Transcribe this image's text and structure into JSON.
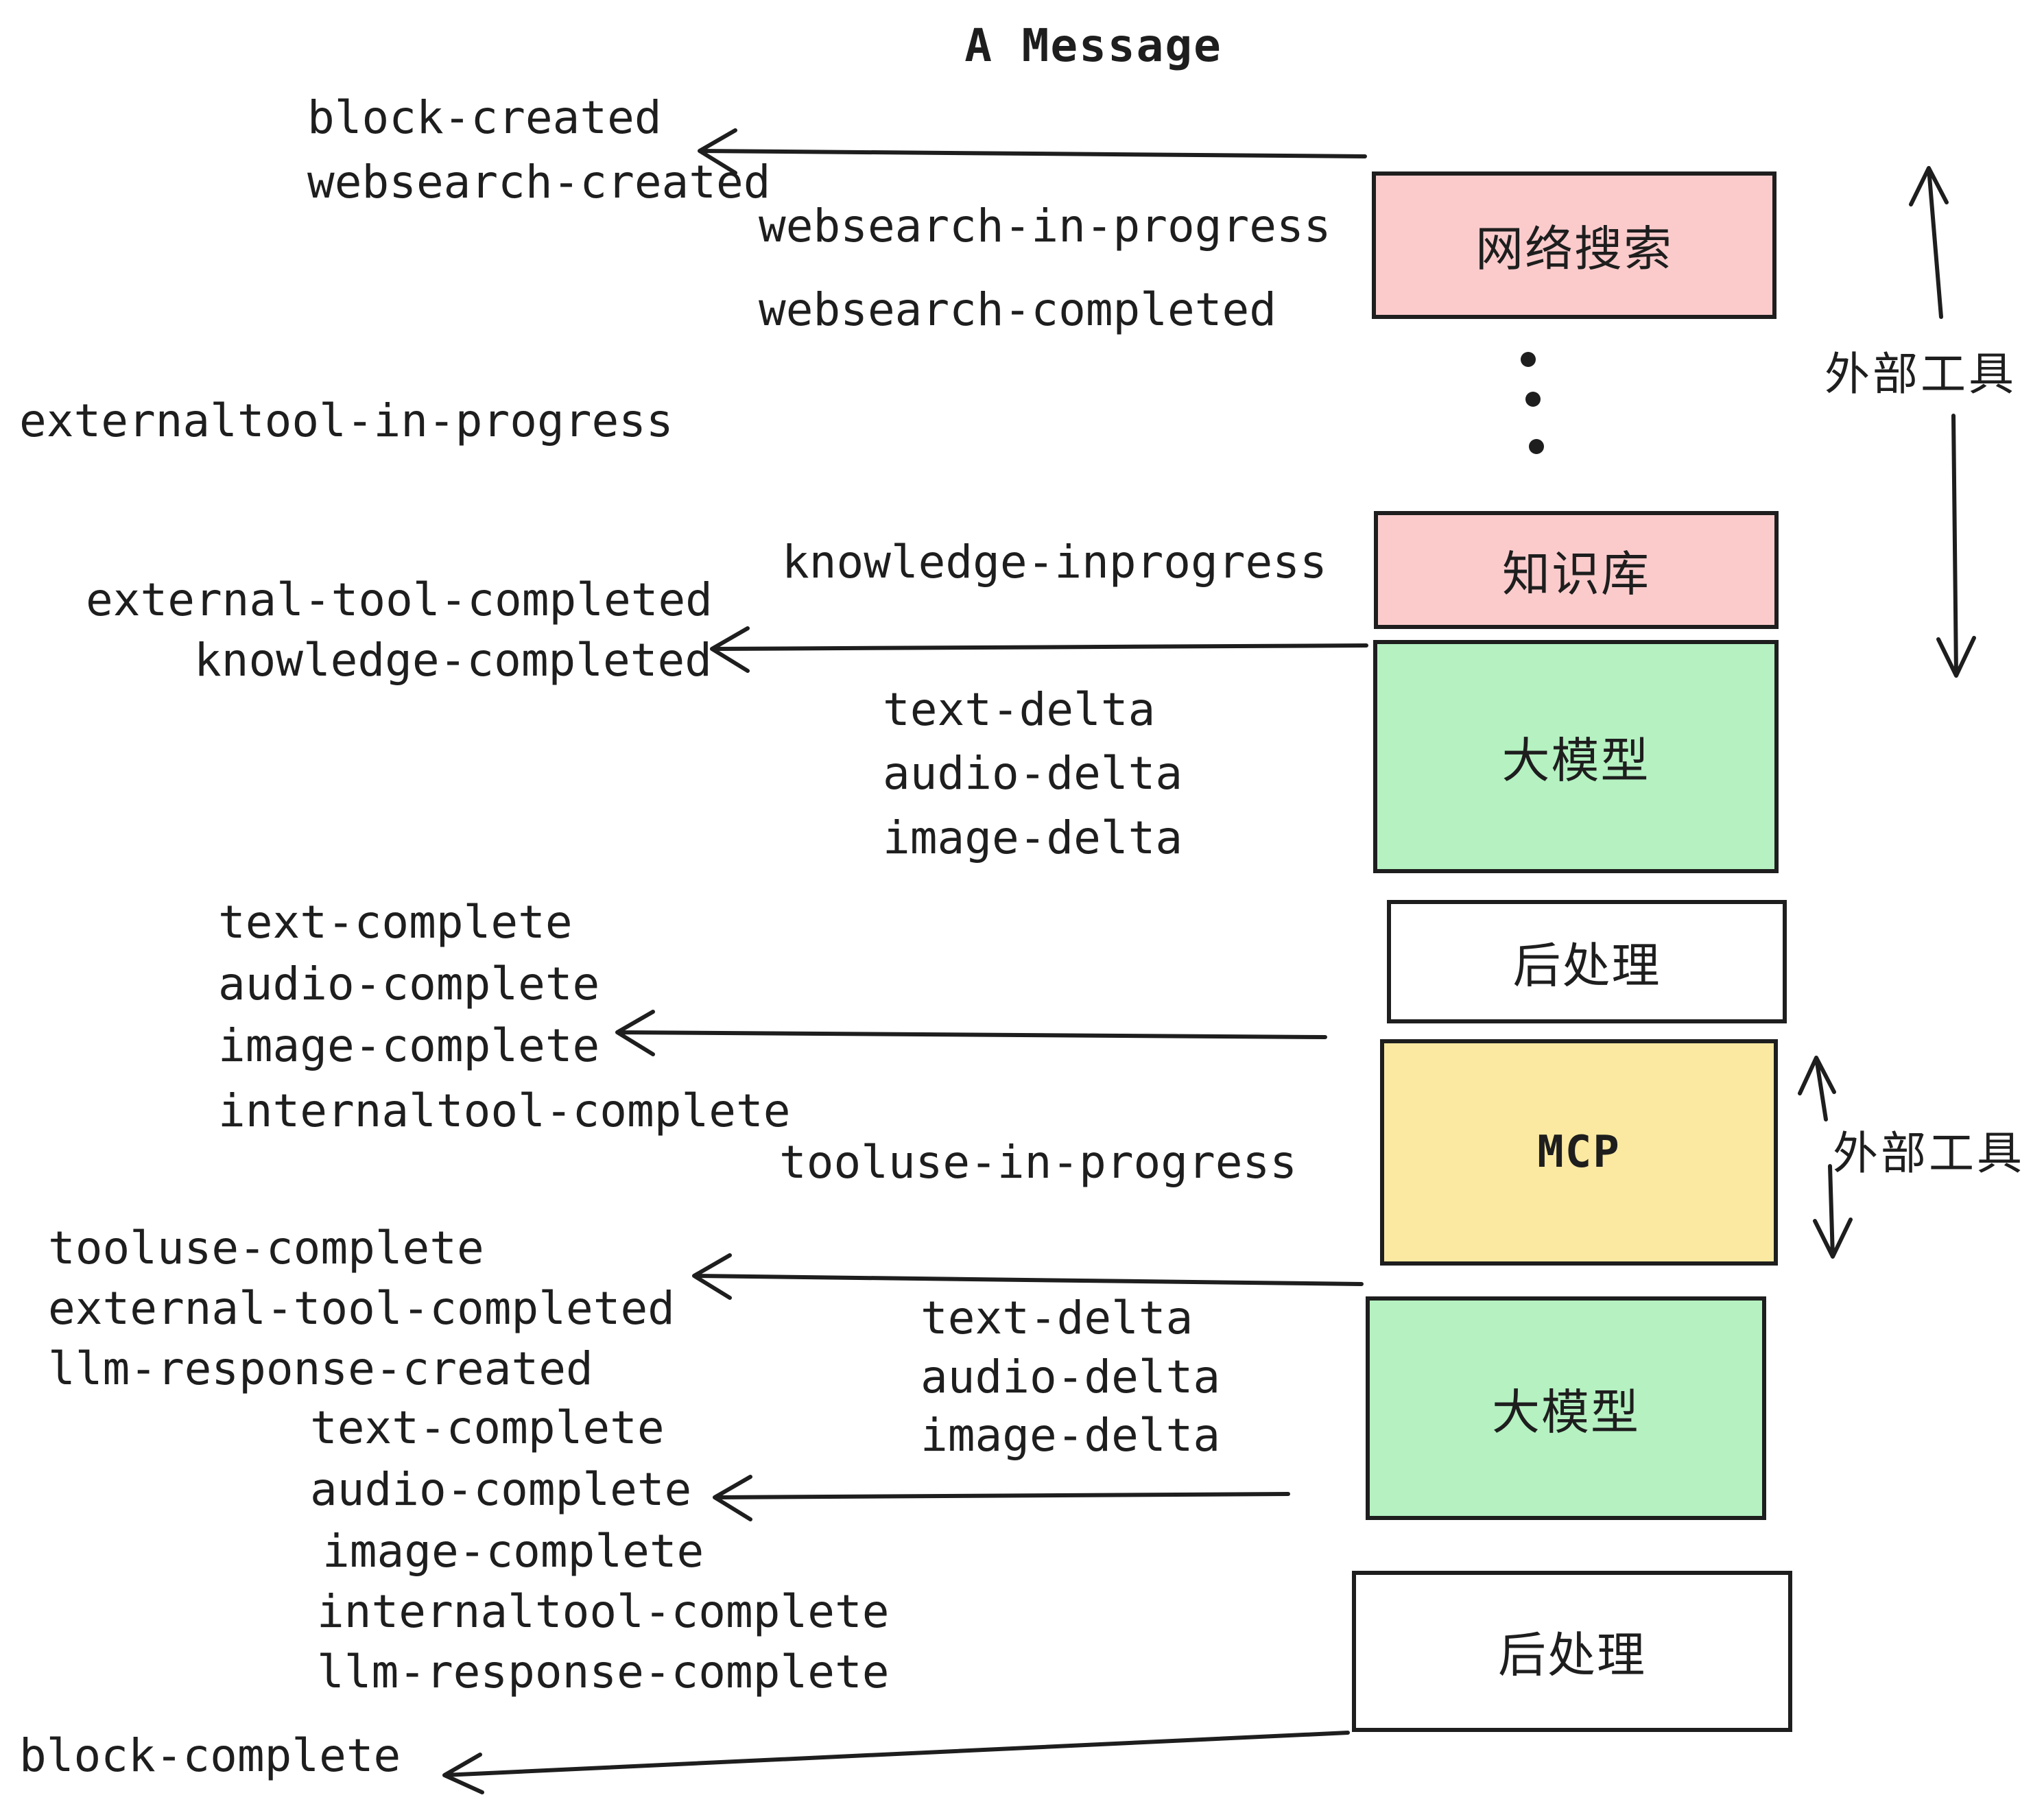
{
  "title": "A Message",
  "palette": {
    "stroke": "#1e1e1e",
    "pink": "#fbcbcc",
    "green": "#b5f1c1",
    "yellow": "#fbe9a2",
    "white": "#ffffff"
  },
  "boxes": [
    {
      "label": "网络搜索",
      "color": "pink"
    },
    {
      "label": "知识库",
      "color": "pink"
    },
    {
      "label": "大模型",
      "color": "green"
    },
    {
      "label": "后处理",
      "color": "white"
    },
    {
      "label": "MCP",
      "color": "yellow"
    },
    {
      "label": "大模型",
      "color": "green"
    },
    {
      "label": "后处理",
      "color": "white"
    }
  ],
  "side_labels": [
    "外部工具",
    "外部工具"
  ],
  "events": [
    "block-created",
    "websearch-created",
    "websearch-in-progress",
    "websearch-completed",
    "externaltool-in-progress",
    "knowledge-inprogress",
    "external-tool-completed",
    "knowledge-completed",
    "text-delta",
    "audio-delta",
    "image-delta",
    "text-complete",
    "audio-complete",
    "image-complete",
    "internaltool-complete",
    "tooluse-in-progress",
    "tooluse-complete",
    "external-tool-completed",
    "llm-response-created",
    "text-complete",
    "audio-complete",
    "image-complete",
    "internaltool-complete",
    "llm-response-complete",
    "text-delta",
    "audio-delta",
    "image-delta",
    "block-complete"
  ]
}
